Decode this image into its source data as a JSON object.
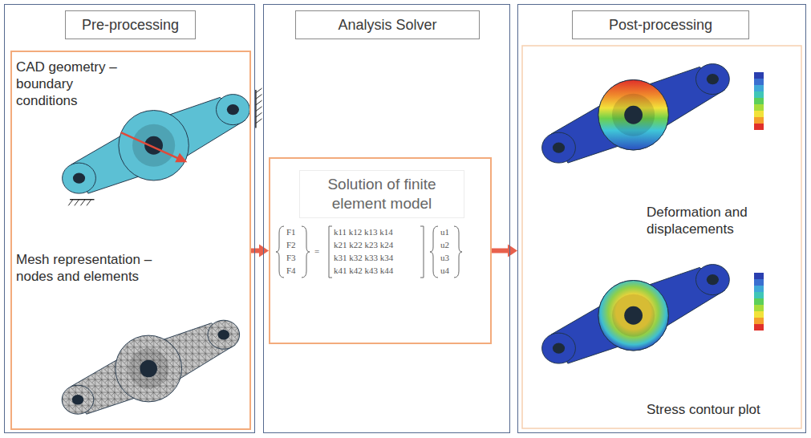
{
  "diagram": {
    "nodes": [
      {
        "text": [
          "Pre-processing"
        ]
      },
      {
        "text": [
          "CAD geometry – boundary conditions",
          "Mesh representation – nodes and elements"
        ],
        "in": 0
      },
      {
        "text": [
          "Analysis Solver"
        ]
      },
      {
        "text": [
          "Solution of finite element model"
        ],
        "in": 2
      },
      {
        "text": [
          "Post-processing"
        ]
      }
    ],
    "edges": [
      {
        "from": 1,
        "to": 3,
        "arrow": "to"
      },
      {
        "from": 3,
        "to": 4,
        "arrow": "to"
      }
    ],
    "labels": [
      "F1",
      "F2",
      "F3",
      "F4",
      "=",
      "k11 k12 k13 k14",
      "k21 k22 k23 k24",
      "k31 k32 k33 k34",
      "k41 k42 k43 k44",
      "u1",
      "u2",
      "u3",
      "u4",
      "Deformation and displacements",
      "Stress contour plot"
    ]
  }
}
